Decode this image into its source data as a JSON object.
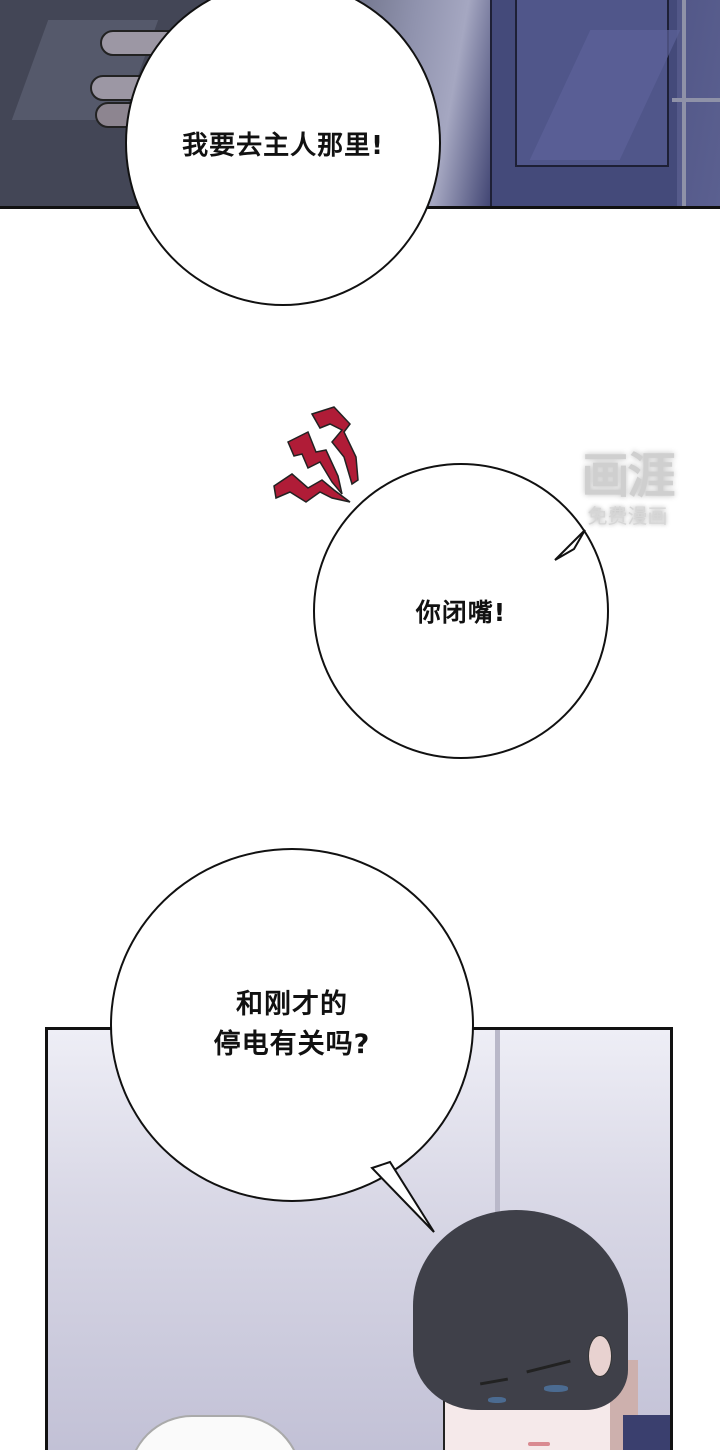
{
  "panels": [
    {
      "id": "panel-1",
      "description": "dark-suited figures, hand on shoulder",
      "bubble": {
        "text": "我要去主人那里!"
      }
    },
    {
      "id": "panel-2",
      "effect": "red anger mark",
      "bubble": {
        "text": "你闭嘴!"
      }
    },
    {
      "id": "panel-3",
      "description": "dark-haired man looking down",
      "bubble": {
        "line1": "和刚才的",
        "line2": "停电有关吗?"
      }
    }
  ],
  "watermark": {
    "logo": "画涯",
    "subtitle": "免费漫画"
  },
  "colors": {
    "anger_mark": "#b01c37",
    "bubble_border": "#111111",
    "suit": "#444a7a",
    "hair": "#3f4049"
  }
}
